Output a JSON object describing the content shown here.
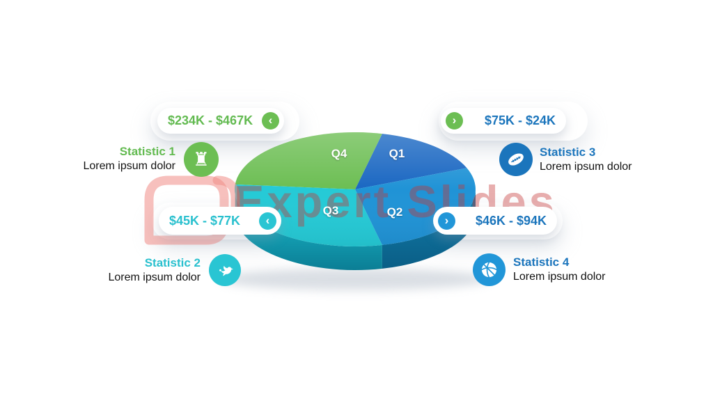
{
  "watermark": {
    "text": "Expert Slides",
    "color": "#C63434"
  },
  "chart_data": {
    "type": "pie",
    "style": "3d",
    "legend": "none",
    "labels_position": "inside",
    "labels": [
      "Q1",
      "Q2",
      "Q3",
      "Q4"
    ],
    "slices": [
      {
        "label": "Q1",
        "percent": 15,
        "color": "#1A67C2"
      },
      {
        "label": "Q2",
        "percent": 28,
        "color": "#2093D6"
      },
      {
        "label": "Q3",
        "percent": 30,
        "color": "#25CAD6"
      },
      {
        "label": "Q4",
        "percent": 27,
        "color": "#6CBE53"
      }
    ]
  },
  "callouts": {
    "stat1": {
      "range": "$234K - $467K",
      "chevron": "‹",
      "title": "Statistic 1",
      "desc": "Lorem ipsum dolor",
      "accent": "#6CBE53",
      "icon": "chess-rook"
    },
    "stat2": {
      "range": "$45K - $77K",
      "chevron": "‹",
      "title": "Statistic 2",
      "desc": "Lorem ipsum dolor",
      "accent": "#29C5D3",
      "icon": "dove"
    },
    "stat3": {
      "range": "$75K - $24K",
      "chevron": "›",
      "title": "Statistic 3",
      "desc": "Lorem ipsum dolor",
      "accent": "#1B75BC",
      "chevron_bg": "#6CBE53",
      "icon": "american-football"
    },
    "stat4": {
      "range": "$46K - $94K",
      "chevron": "›",
      "title": "Statistic 4",
      "desc": "Lorem ipsum dolor",
      "accent": "#1B75BC",
      "chevron_bg": "#2196D8",
      "icon": "basketball"
    }
  }
}
